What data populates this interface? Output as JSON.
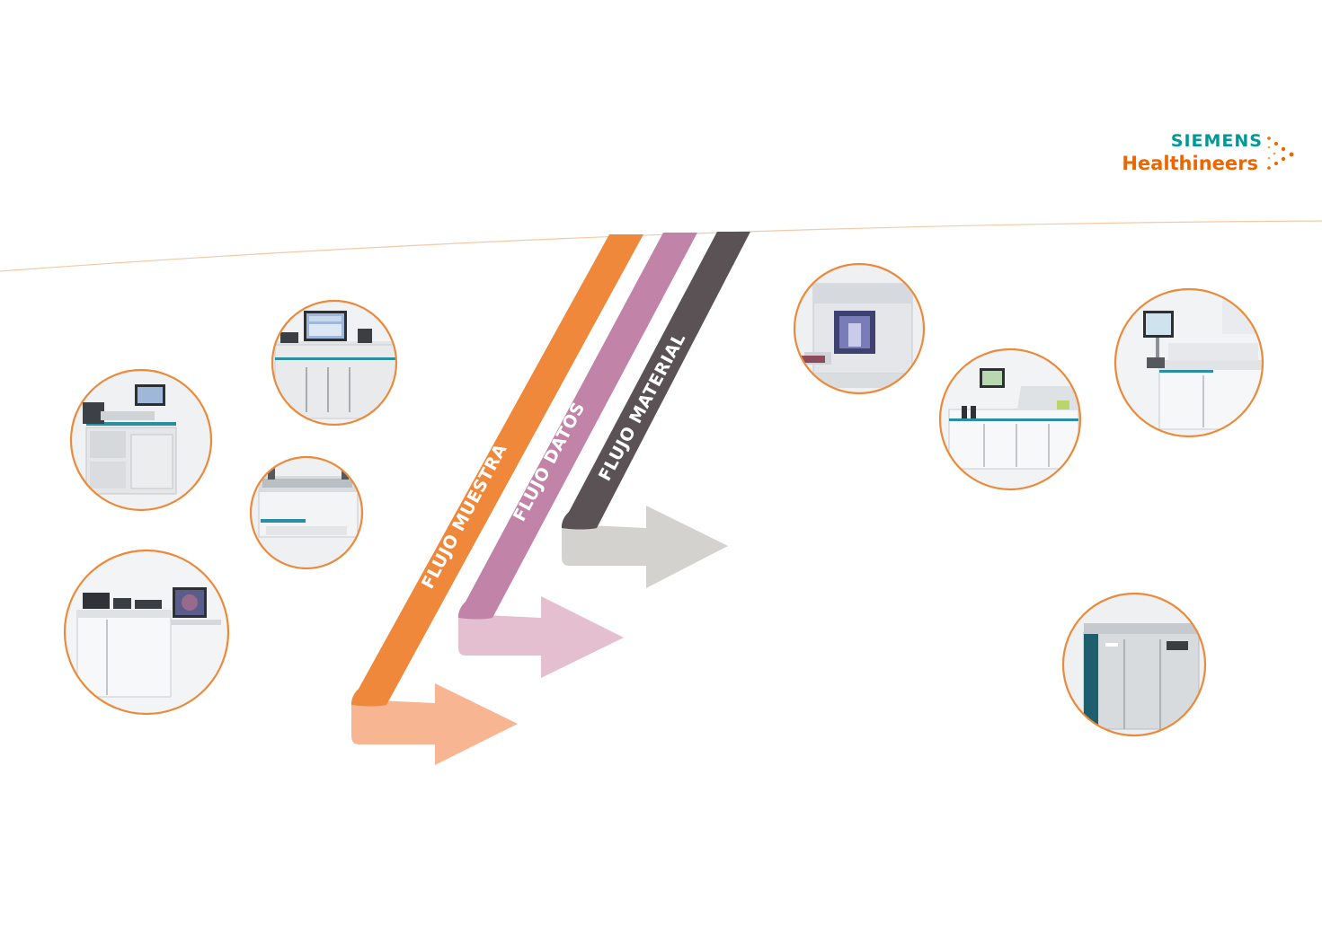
{
  "brand": {
    "company": "SIEMENS",
    "division": "Healthineers",
    "company_color": "#009999",
    "division_color": "#ec6602",
    "dots_icon": "dot-pattern-icon"
  },
  "flows": [
    {
      "id": "muestra",
      "label": "FLUJO MUESTRA",
      "band_color": "#f0883b",
      "arrow_color": "#f8b592"
    },
    {
      "id": "datos",
      "label": "FLUJO DATOS",
      "band_color": "#c183a8",
      "arrow_color": "#e3bfd0"
    },
    {
      "id": "material",
      "label": "FLUJO MATERIAL",
      "band_color": "#5a5254",
      "arrow_color": "#d4d2cf"
    }
  ],
  "instrument_images": [
    {
      "name": "instrument-analyzer-screen-top",
      "icon": "lab-analyzer-icon"
    },
    {
      "name": "instrument-analyzer-left",
      "icon": "lab-analyzer-icon"
    },
    {
      "name": "instrument-sample-handler",
      "icon": "sample-handler-icon"
    },
    {
      "name": "instrument-analyzer-bottom-left",
      "icon": "lab-analyzer-icon"
    },
    {
      "name": "instrument-hematology",
      "icon": "hematology-analyzer-icon"
    },
    {
      "name": "instrument-chemistry",
      "icon": "chemistry-analyzer-icon"
    },
    {
      "name": "instrument-immunoassay",
      "icon": "immunoassay-analyzer-icon"
    },
    {
      "name": "instrument-atellica",
      "icon": "lab-module-icon"
    }
  ],
  "colors": {
    "circle_border": "#ec8a3c",
    "divider_line": "#f3c9a8"
  }
}
